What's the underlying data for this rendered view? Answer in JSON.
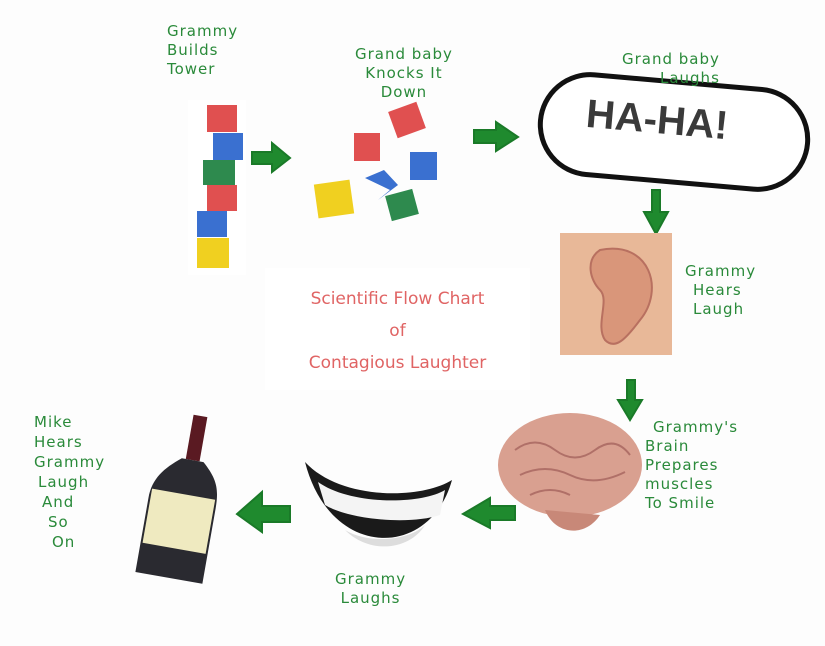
{
  "title": [
    "Scientific Flow Chart",
    "of",
    "Contagious Laughter"
  ],
  "steps": [
    {
      "label": [
        "Grammy",
        "Builds",
        "Tower"
      ],
      "image": "block-tower"
    },
    {
      "label": [
        "Grand baby",
        "Knocks It",
        "Down"
      ],
      "image": "scattered-blocks"
    },
    {
      "label": [
        "Grand baby",
        "Laughs"
      ],
      "image": "speech-bubble",
      "bubble_text": "HA-HA!"
    },
    {
      "label": [
        "Grammy",
        "Hears",
        "Laugh"
      ],
      "image": "ear"
    },
    {
      "label": [
        "Grammy's",
        "Brain",
        "Prepares",
        "muscles",
        "To Smile"
      ],
      "image": "brain"
    },
    {
      "label": [
        "Grammy",
        "Laughs"
      ],
      "image": "smiling-mouth"
    },
    {
      "label": [
        "Mike",
        "Hears",
        "Grammy",
        "Laugh",
        "And",
        "So",
        "On"
      ],
      "image": "wine-bottle"
    }
  ],
  "colors": {
    "text": "#2a8a3a",
    "arrow": "#1f8a2e",
    "title": "#e06464"
  }
}
